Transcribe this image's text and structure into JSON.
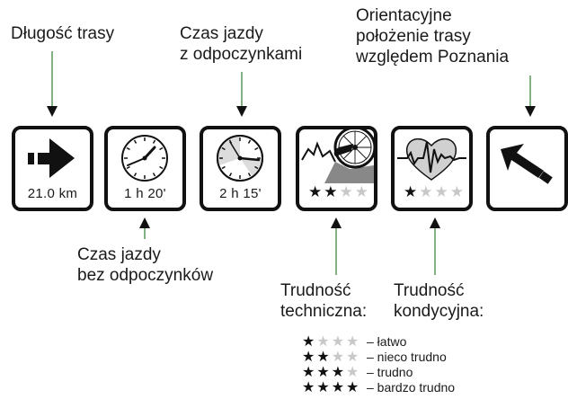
{
  "top_labels": {
    "route_length": "Długość trasy",
    "ride_time_with_rest": [
      "Czas jazdy",
      "z odpoczynkami"
    ],
    "route_position": [
      "Orientacyjne",
      "położenie trasy",
      "względem Poznania"
    ]
  },
  "bottom_labels": {
    "ride_time_no_rest": [
      "Czas jazdy",
      "bez odpoczynków"
    ],
    "technical_difficulty": [
      "Trudność",
      "techniczna:"
    ],
    "fitness_difficulty": [
      "Trudność",
      "kondycyjna:"
    ]
  },
  "tiles": {
    "distance": {
      "icon": "right-arrow-icon",
      "value": "21.0 km"
    },
    "time_no_rest": {
      "icon": "clock-icon",
      "value": "1 h 20'"
    },
    "time_with_rest": {
      "icon": "clock-shaded-icon",
      "value": "2 h 15'"
    },
    "technical": {
      "icon": "bicycle-wheel-terrain-icon",
      "stars_filled": 2,
      "stars_total": 4
    },
    "fitness": {
      "icon": "heart-ekg-icon",
      "stars_filled": 1,
      "stars_total": 4
    },
    "direction": {
      "icon": "northwest-arrow-icon"
    }
  },
  "legend": [
    {
      "filled": 1,
      "total": 4,
      "label": "– łatwo"
    },
    {
      "filled": 2,
      "total": 4,
      "label": "– nieco trudno"
    },
    {
      "filled": 3,
      "total": 4,
      "label": "– trudno"
    },
    {
      "filled": 4,
      "total": 4,
      "label": "– bardzo trudno"
    }
  ],
  "colors": {
    "ink": "#111111",
    "star_off": "#c8c8c8",
    "connector_green": "#2e7d32"
  }
}
